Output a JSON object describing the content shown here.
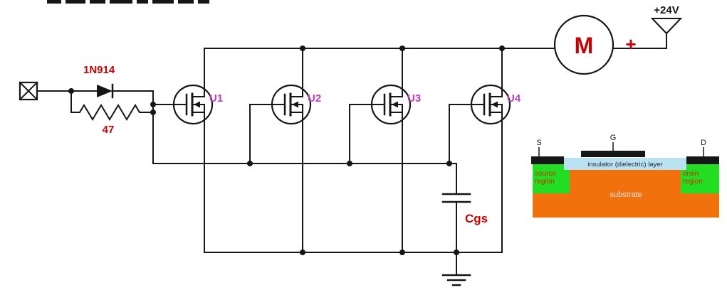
{
  "schematic": {
    "diode": {
      "label": "1N914"
    },
    "resistor": {
      "label": "47"
    },
    "transistors": [
      {
        "label": "U1"
      },
      {
        "label": "U2"
      },
      {
        "label": "U3"
      },
      {
        "label": "U4"
      }
    ],
    "motor": {
      "label": "M",
      "polarity": "+"
    },
    "supply": {
      "label": "+24V"
    },
    "capacitor": {
      "label": "Cgs"
    }
  },
  "inset": {
    "terminals": {
      "source": "S",
      "gate": "G",
      "drain": "D"
    },
    "insulator_label": "insulator (dielectric) layer",
    "source_region": {
      "line1": "source",
      "line2": "region"
    },
    "drain_region": {
      "line1": "drain",
      "line2": "region"
    },
    "substrate_label": "substrate"
  },
  "colors": {
    "wire": "#161616",
    "label_red": "#c80000",
    "transistor_label": "#b93fb9",
    "substrate_orange": "#f1720d",
    "region_green": "#22dd22",
    "insulator_blue": "#b8e2f2"
  }
}
